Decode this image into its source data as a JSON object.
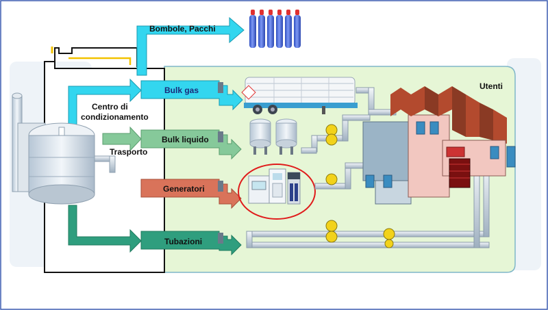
{
  "labels": {
    "bombole": "Bombole, Pacchi",
    "bulk_gas": "Bulk gas",
    "centro_line1": "Centro di",
    "centro_line2": "condizionamento",
    "bulk_liquido": "Bulk liquido",
    "trasporto": "Trasporto",
    "generatori": "Generatori",
    "tubazioni": "Tubazioni",
    "utenti": "Utenti"
  },
  "colors": {
    "cyan_arrow": "#33d6ef",
    "green_arrow": "#86c99a",
    "red_arrow": "#d9735a",
    "teal_arrow": "#2f9e7e",
    "user_area": "#e6f6d6",
    "highlight_circle": "#e01b1b",
    "cylinders": "#4a6fe3",
    "roof": "#b34a2e"
  }
}
